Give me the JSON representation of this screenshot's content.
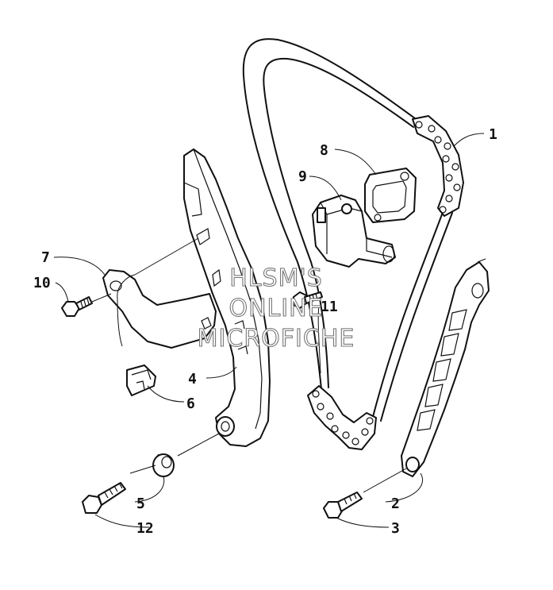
{
  "callouts": {
    "c1": "1",
    "c2": "2",
    "c3": "3",
    "c4": "4",
    "c5": "5",
    "c6": "6",
    "c7": "7",
    "c8": "8",
    "c9": "9",
    "c10": "10",
    "c11": "11",
    "c12": "12"
  },
  "watermark": {
    "line1": "HLSM'S",
    "line2": "ONLINE",
    "line3": "MICROFICHE"
  }
}
